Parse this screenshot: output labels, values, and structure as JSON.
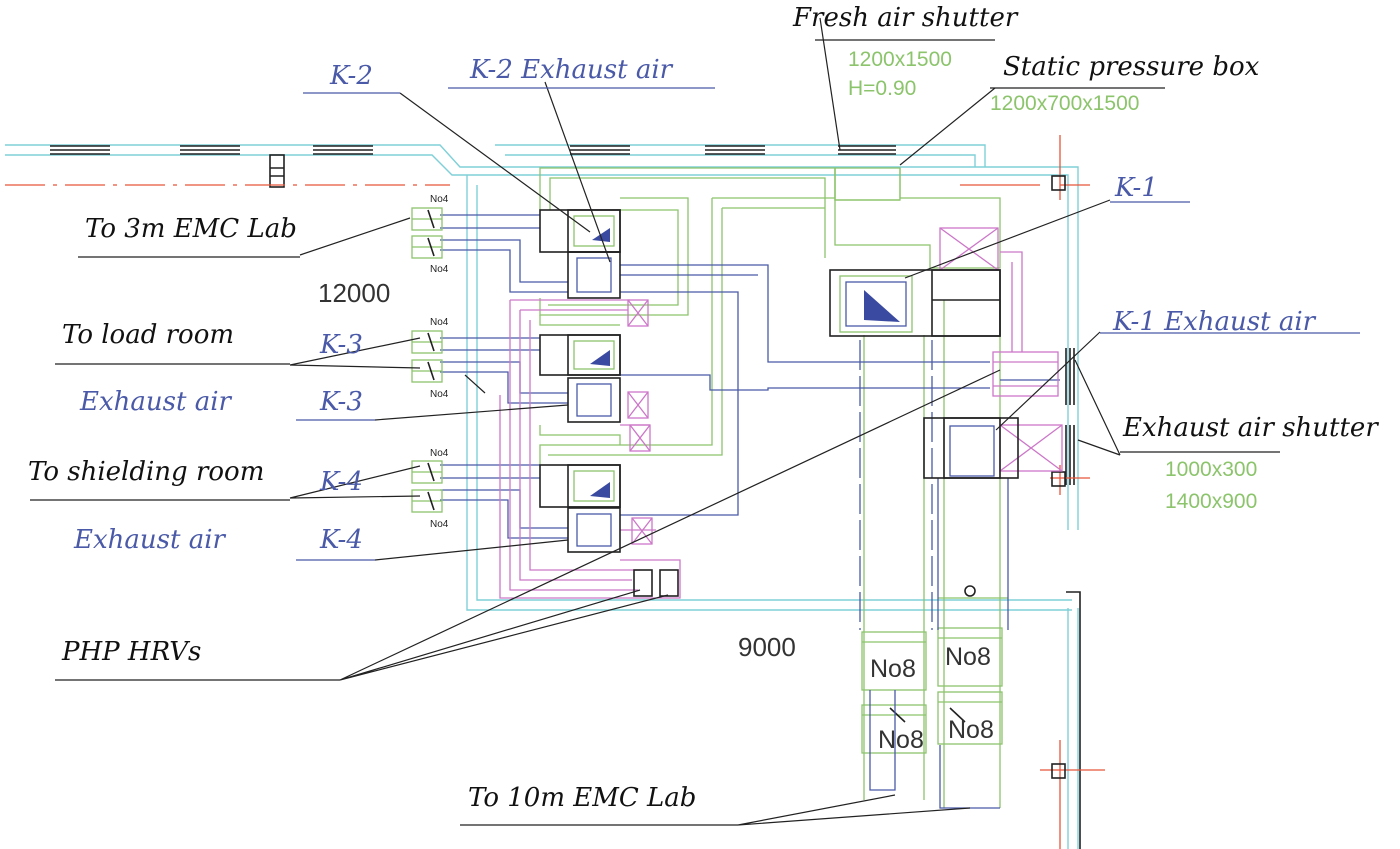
{
  "labels": {
    "fresh_air_shutter": "Fresh air shutter",
    "fresh_air_size": "1200x1500",
    "fresh_air_height": "H=0.90",
    "static_pressure_box": "Static pressure box",
    "static_pressure_size": "1200x700x1500",
    "k2": "K-2",
    "k2_exhaust": "K-2  Exhaust air",
    "k1": "K-1",
    "k1_exhaust": "K-1  Exhaust air",
    "to_3m_emc_lab": "To 3m EMC Lab",
    "dim_12000": "12000",
    "to_load_room": "To load room",
    "k3_a": "K-3",
    "exhaust_air_3": "Exhaust air",
    "k3_b": "K-3",
    "to_shielding_room": "To shielding room",
    "k4_a": "K-4",
    "exhaust_air_4": "Exhaust air",
    "k4_b": "K-4",
    "exhaust_air_shutter": "Exhaust air shutter",
    "exhaust_size_1": "1000x300",
    "exhaust_size_2": "1400x900",
    "php_hrvs": "PHP HRVs",
    "dim_9000": "9000",
    "to_10m_emc_lab": "To 10m EMC Lab",
    "no8_1": "No8",
    "no8_2": "No8",
    "no8_3": "No8",
    "no8_4": "No8",
    "no4": "No4"
  },
  "colors": {
    "wall": "#7fd0d8",
    "duct_fresh": "#8cc46c",
    "duct_exhaust": "#4a5aa8",
    "duct_return": "#cc77c8",
    "axis": "#e8553a",
    "blue_text": "#4a5aa8",
    "green_text": "#8cc46c"
  }
}
